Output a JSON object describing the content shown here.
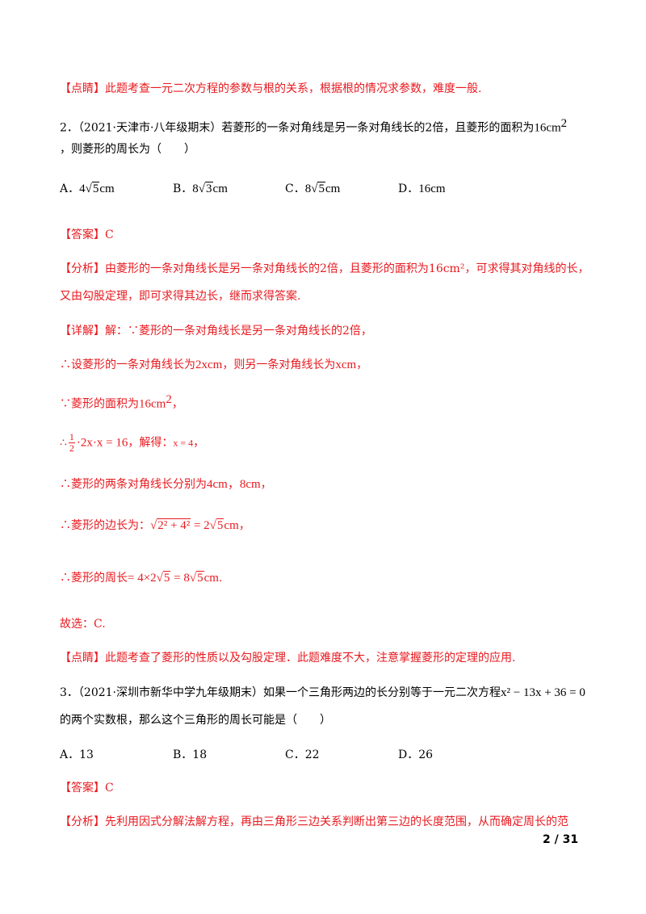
{
  "p1": {
    "bracket": "【点睛】",
    "text": "此题考查一元二次方程的参数与根的关系，根据根的情况求参数，难度一般."
  },
  "q2": {
    "stem1": "2．（2021·天津市·八年级期末）若菱形的一条对角线是另一条对角线长的2倍，且菱形的面积为",
    "stem1_math": "16cm",
    "stem1_sup": "2",
    "stem2": "，则菱形的周长为（　　）",
    "options": [
      {
        "label": "A．",
        "pre": "4",
        "rad": "5",
        "post": "cm"
      },
      {
        "label": "B．",
        "pre": "8",
        "rad": "3",
        "post": "cm"
      },
      {
        "label": "C．",
        "pre": "8",
        "rad": "5",
        "post": "cm"
      },
      {
        "label": "D．",
        "pre": "16cm",
        "rad": "",
        "post": ""
      }
    ],
    "answer_bracket": "【答案】",
    "answer": "C",
    "analysis_bracket": "【分析】",
    "analysis1": "由菱形的一条对角线长是另一条对角线长的2倍，且菱形的面积为16cm²，可求得其对角线的长，",
    "analysis2": "又由勾股定理，即可求得其边长，继而求得答案.",
    "detail_bracket": "【详解】",
    "detail1": "解：∵菱形的一条对角线长是另一条对角线长的2倍，",
    "detail2a": "∴设菱形的一条对角线长为",
    "detail2m1": "2xcm",
    "detail2b": "，则另一条对角线长为",
    "detail2m2": "xcm",
    "detail2c": "，",
    "detail3a": "∵菱形的面积为",
    "detail3m": "16cm",
    "detail3sup": "2",
    "detail3c": "，",
    "detail4a": "∴",
    "detail4num": "1",
    "detail4den": "2",
    "detail4m": "·2x·x = 16",
    "detail4b": "，解得：",
    "detail4m2": "x = 4",
    "detail4c": "，",
    "detail5a": "∴菱形的两条对角线长分别为",
    "detail5m": "4cm，8cm",
    "detail5c": "，",
    "detail6a": "∴菱形的边长为：",
    "detail6rad": "2² + 4²",
    "detail6m": " = 2",
    "detail6rad2": "5",
    "detail6m2": "cm",
    "detail6c": "，",
    "detail7a": "∴菱形的周长",
    "detail7m": "= 4×2",
    "detail7rad": "5",
    "detail7m2": " = 8",
    "detail7rad2": "5",
    "detail7m3": "cm",
    "detail7c": ".",
    "choice": "故选：C.",
    "comment_bracket": "【点睛】",
    "comment": "此题考查了菱形的性质以及勾股定理．此题难度不大，注意掌握菱形的定理的应用."
  },
  "q3": {
    "stem1": "3．（2021·深圳市新华中学九年级期末）如果一个三角形两边的长分别等于一元二次方程",
    "stem1_math": "x² − 13x + 36 = 0",
    "stem2": "的两个实数根，那么这个三角形的周长可能是（　　）",
    "options": [
      {
        "label": "A．13"
      },
      {
        "label": "B．18"
      },
      {
        "label": "C．22"
      },
      {
        "label": "D．26"
      }
    ],
    "answer_bracket": "【答案】",
    "answer": "C",
    "analysis_bracket": "【分析】",
    "analysis1": "先利用因式分解法解方程，再由三角形三边关系判断出第三边的长度范围，从而确定周长的范"
  },
  "footer": {
    "page": "2 / 31"
  }
}
